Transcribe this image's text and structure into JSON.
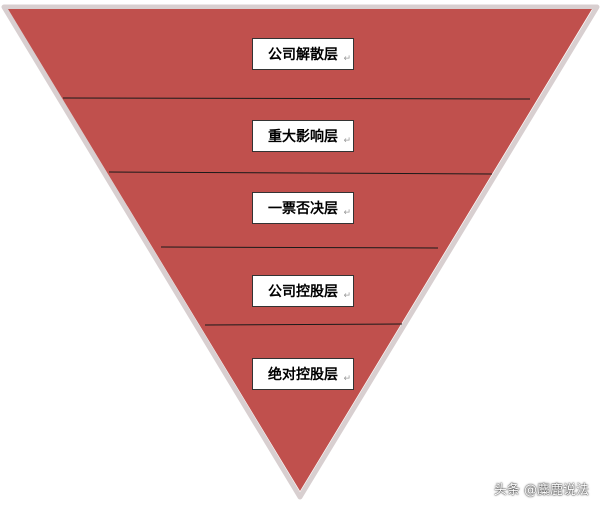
{
  "diagram": {
    "colors": {
      "fill": "#c0504d",
      "outline": "#d8cfd0",
      "divider": "#1a1a1a"
    },
    "layers": [
      {
        "label": "公司解散层",
        "mark": "↵"
      },
      {
        "label": "重大影响层",
        "mark": "↵"
      },
      {
        "label": "一票否决层",
        "mark": "↵"
      },
      {
        "label": "公司控股层",
        "mark": "↵"
      },
      {
        "label": "绝对控股层",
        "mark": "↵"
      }
    ]
  },
  "watermark": {
    "text": "头条 @麋鹿说法"
  }
}
